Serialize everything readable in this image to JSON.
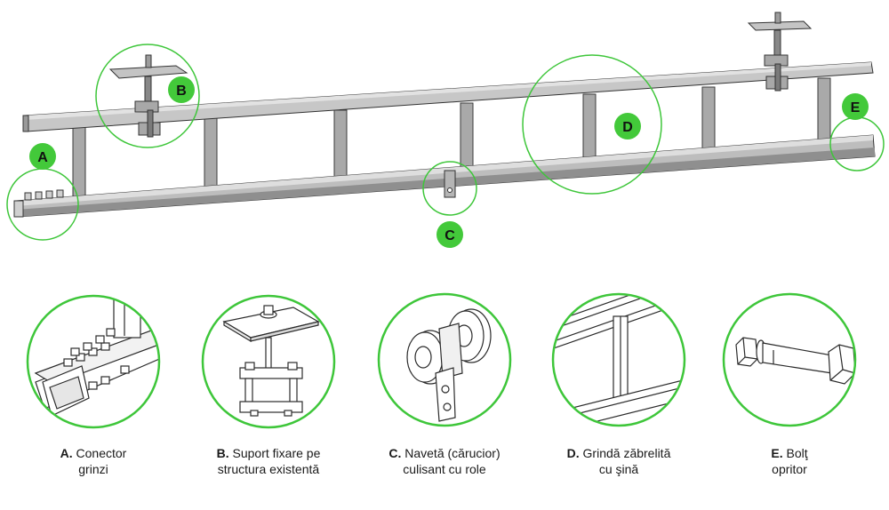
{
  "colors": {
    "accent_green": "#3ec63a",
    "badge_fill": "#43c93a",
    "steel_light": "#c9c9c9",
    "steel_mid": "#a8a8a8",
    "steel_dark": "#6f6f6f",
    "outline": "#2b2b2b"
  },
  "badges": {
    "a": "A",
    "b": "B",
    "c": "C",
    "d": "D",
    "e": "E"
  },
  "captions": [
    {
      "letter": "A.",
      "line1": "Conector",
      "line2": "grinzi"
    },
    {
      "letter": "B.",
      "line1": "Suport fixare pe",
      "line2": "structura existentă"
    },
    {
      "letter": "C.",
      "line1": "Navetă (cărucior)",
      "line2": "culisant cu role"
    },
    {
      "letter": "D.",
      "line1": "Grindă zăbrelită",
      "line2": "cu şină"
    },
    {
      "letter": "E.",
      "line1": "Bolţ",
      "line2": "opritor"
    }
  ],
  "icons": {
    "detail_a": "beam-connector-icon",
    "detail_b": "mounting-bracket-icon",
    "detail_c": "roller-trolley-icon",
    "detail_d": "lattice-beam-icon",
    "detail_e": "stop-bolt-icon"
  }
}
